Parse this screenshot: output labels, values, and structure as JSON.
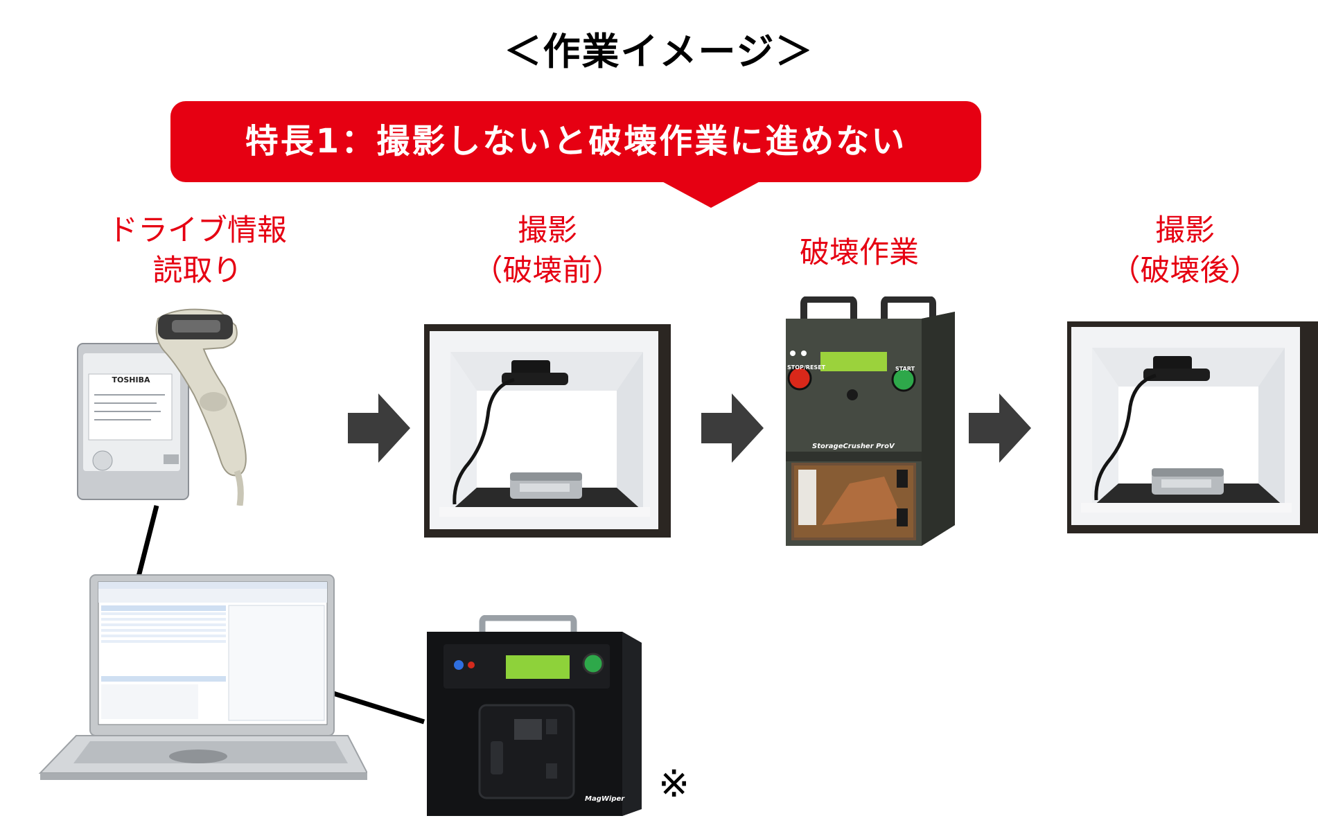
{
  "title": "＜作業イメージ＞",
  "callout": {
    "text": "特長1：撮影しないと破壊作業に進めない"
  },
  "steps": [
    {
      "lines": [
        "ドライブ情報",
        "読取り"
      ]
    },
    {
      "lines": [
        "撮影",
        "（破壊前）"
      ]
    },
    {
      "lines": [
        "破壊作業"
      ]
    },
    {
      "lines": [
        "撮影",
        "（破壊後）"
      ]
    }
  ],
  "hdd": {
    "brand": "TOSHIBA"
  },
  "crusher": {
    "name": "StorageCrusher ProV",
    "stop_label": "STOP/RESET",
    "start_label": "START"
  },
  "wiper": {
    "name": "MagWiper"
  },
  "note_mark": "※",
  "colors": {
    "accent": "#e60012",
    "arrow": "#3c3c3c"
  }
}
